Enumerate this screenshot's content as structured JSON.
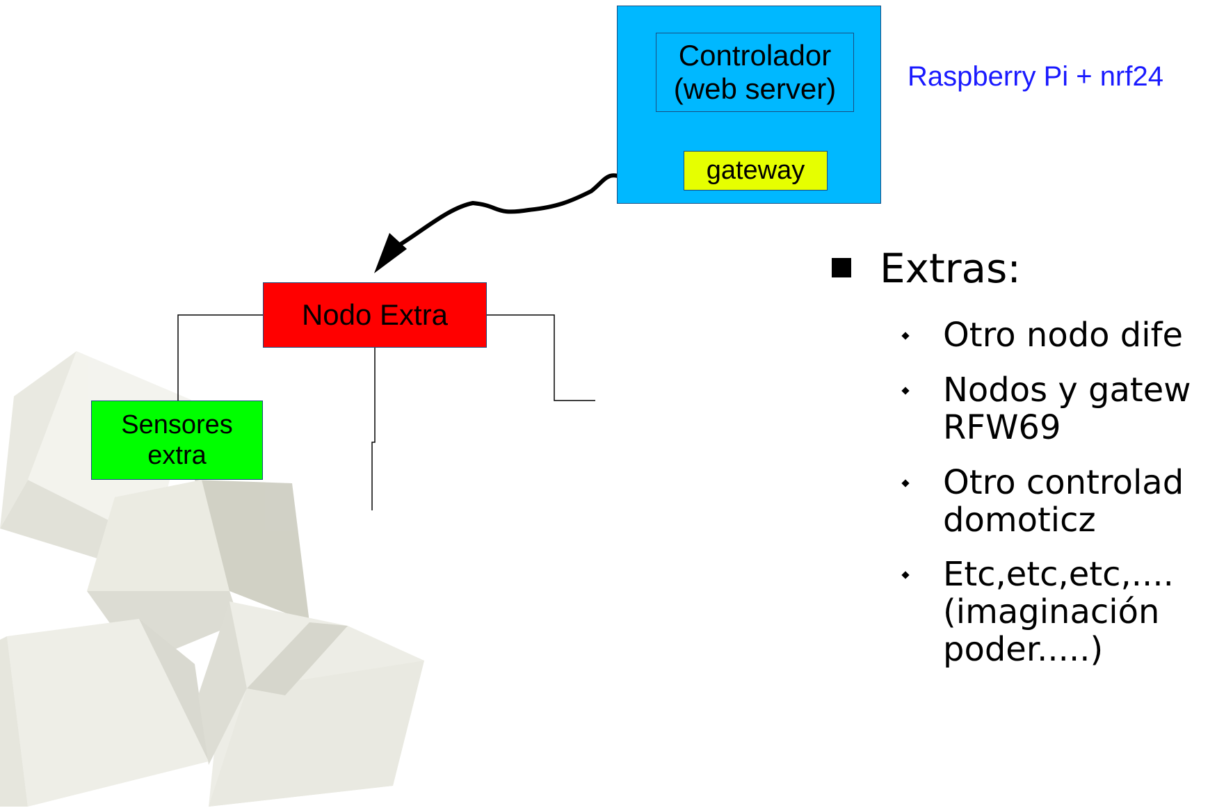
{
  "diagram": {
    "controlador": {
      "line1": "Controlador",
      "line2": "(web server)"
    },
    "gateway": "gateway",
    "raspi_label": "Raspberry Pi + nrf24",
    "nodo_extra": "Nodo Extra",
    "sensores": {
      "line1": "Sensores",
      "line2": "extra"
    }
  },
  "bullets": {
    "heading": "Extras:",
    "items": [
      {
        "line1": "Otro nodo dife",
        "line2": ""
      },
      {
        "line1": "Nodos y gatew",
        "line2": "RFW69"
      },
      {
        "line1": "Otro controlad",
        "line2": "domoticz"
      },
      {
        "line1": "Etc,etc,etc,....",
        "line2": "(imaginación",
        "line3": "poder.....)"
      }
    ]
  },
  "colors": {
    "raspi_box": "#00b8ff",
    "gateway_box": "#e6ff00",
    "nodo_box": "#ff0000",
    "sensores_box": "#00ff00",
    "raspi_label": "#1a1aff"
  }
}
